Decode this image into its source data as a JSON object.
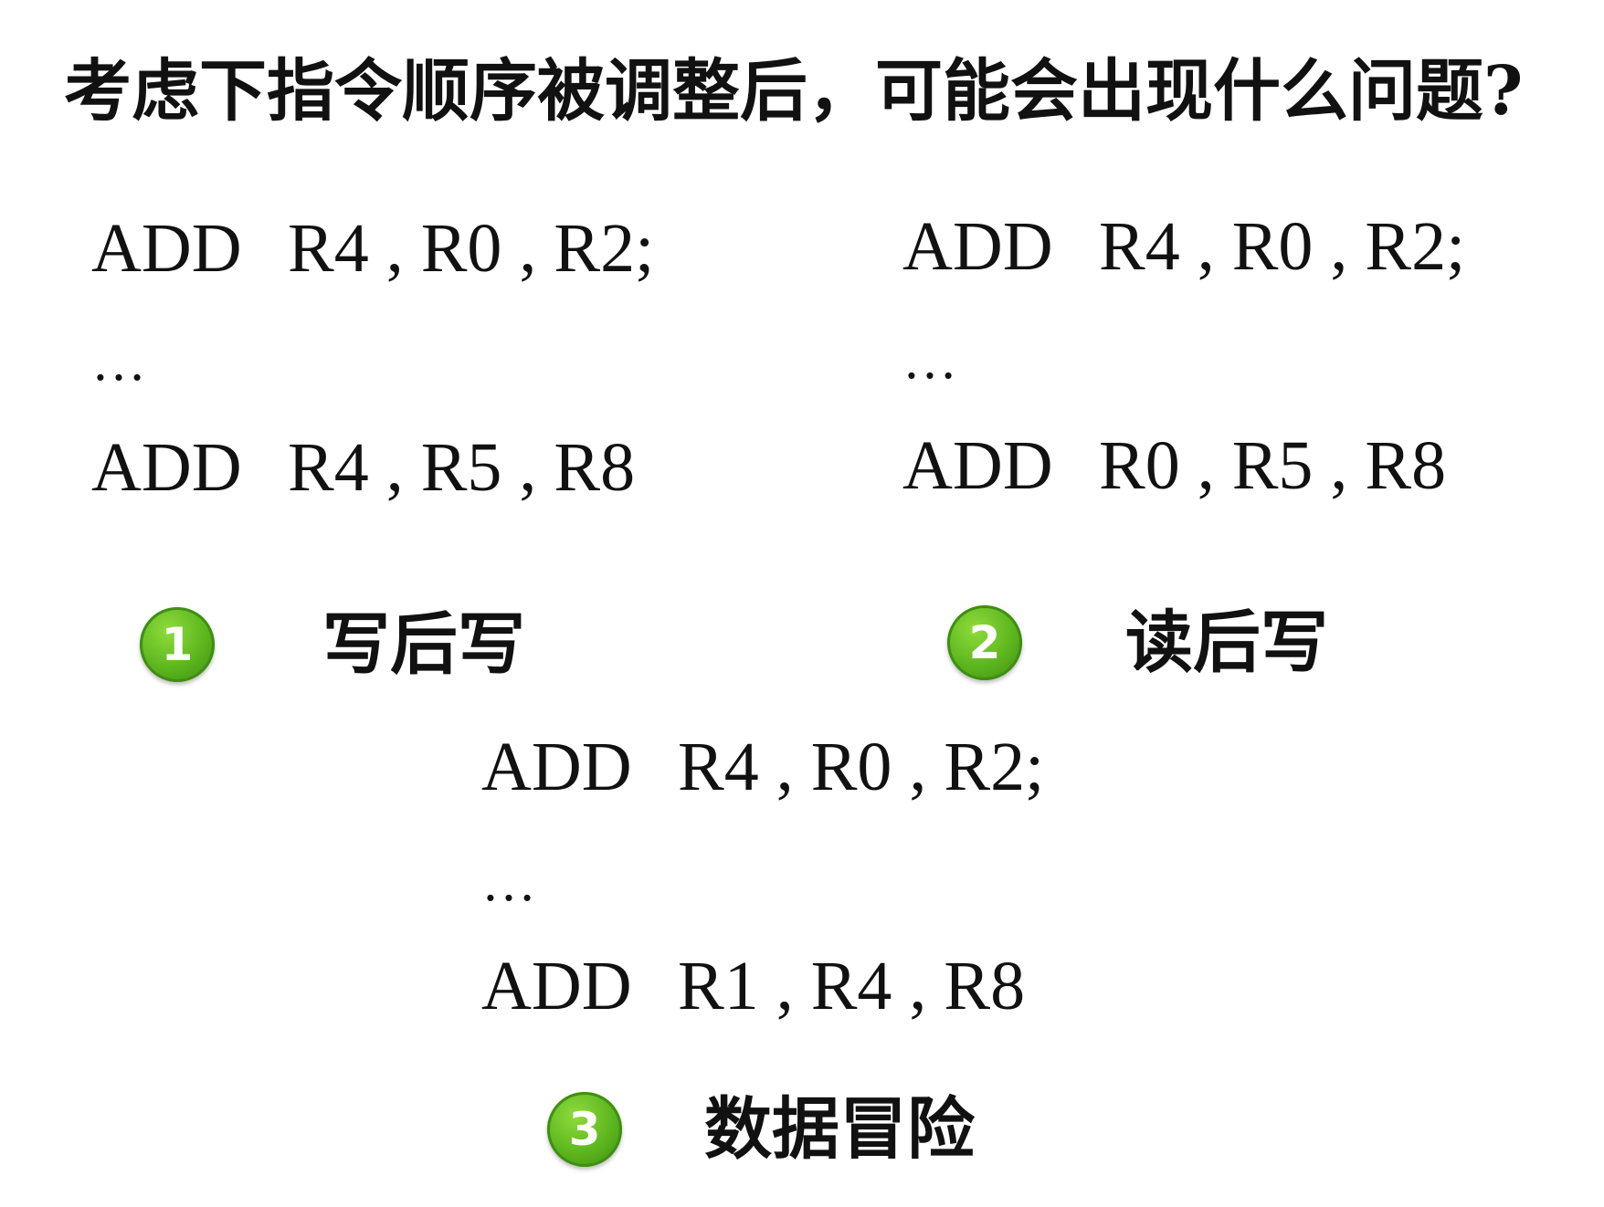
{
  "title": "考虑下指令顺序被调整后，可能会出现什么问题?",
  "examples": [
    {
      "line1_op": "ADD",
      "line1_args": "R4 , R0 , R2;",
      "ellipsis": "…",
      "line2_op": "ADD",
      "line2_args": "R4 , R5 , R8",
      "badge_number": "1",
      "label": "写后写",
      "badge_color": "#5cb51d"
    },
    {
      "line1_op": "ADD",
      "line1_args": "R4 , R0 , R2;",
      "ellipsis": "…",
      "line2_op": "ADD",
      "line2_args": "R0 , R5 , R8",
      "badge_number": "2",
      "label": "读后写",
      "badge_color": "#5cb51d"
    },
    {
      "line1_op": "ADD",
      "line1_args": "R4 , R0 , R2;",
      "ellipsis": "…",
      "line2_op": "ADD",
      "line2_args": "R1 , R4 , R8",
      "badge_number": "3",
      "label": "数据冒险",
      "badge_color": "#5cb51d"
    }
  ]
}
